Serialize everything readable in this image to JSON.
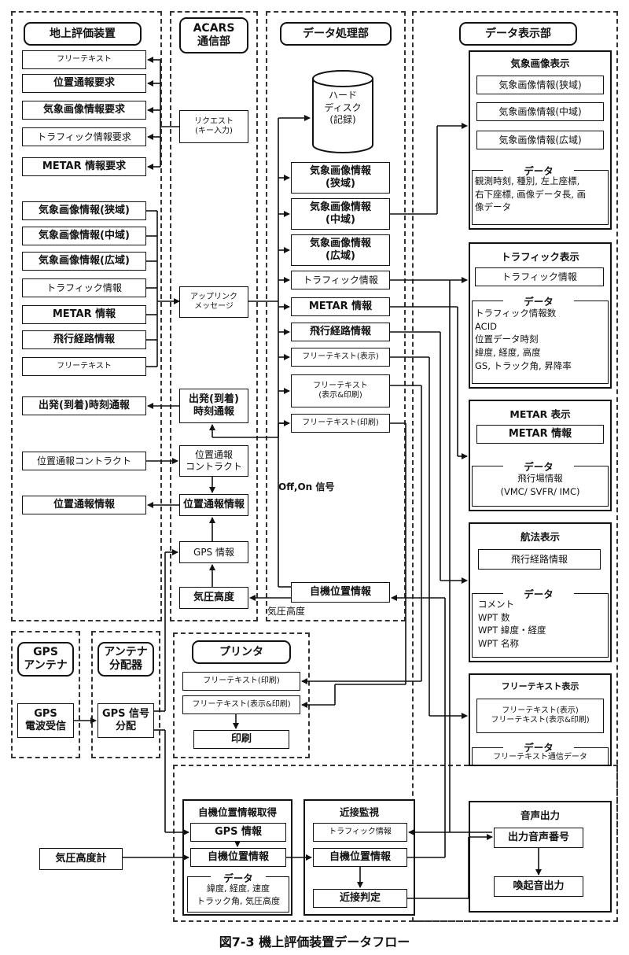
{
  "caption": "図7-3 機上評価装置データフロー",
  "sections": {
    "ground": "地上評価装置",
    "acars": "ACARS\n通信部",
    "processing": "データ処理部",
    "display": "データ表示部",
    "gps_antenna": "GPS\nアンテナ",
    "antenna_splitter": "アンテナ\n分配器",
    "printer": "プリンタ"
  },
  "ground_items": {
    "free_text_1": "フリーテキスト",
    "position_request": "位置通報要求",
    "weather_request": "気象画像情報要求",
    "traffic_request": "トラフィック情報要求",
    "metar_request": "METAR 情報要求",
    "weather_narrow": "気象画像情報(狭域)",
    "weather_mid": "気象画像情報(中域)",
    "weather_wide": "気象画像情報(広域)",
    "traffic": "トラフィック情報",
    "metar": "METAR 情報",
    "route": "飛行経路情報",
    "free_text_2": "フリーテキスト",
    "departure_report": "出発(到着)時刻通報",
    "position_contract": "位置通報コントラクト",
    "position_info": "位置通報情報"
  },
  "acars_items": {
    "request": "リクエスト\n(キー入力)",
    "uplink": "アップリンク\nメッセージ",
    "departure_report": "出発(到着)\n時刻通報",
    "position_contract": "位置通報\nコントラクト",
    "position_info": "位置通報情報",
    "gps_info": "GPS 情報",
    "baro_altitude": "気圧高度"
  },
  "processing_items": {
    "hard_disk": "ハード\nディスク\n(記録)",
    "weather_narrow": "気象画像情報\n(狭域)",
    "weather_mid": "気象画像情報\n(中域)",
    "weather_wide": "気象画像情報\n(広域)",
    "traffic": "トラフィック情報",
    "metar": "METAR 情報",
    "route": "飛行経路情報",
    "free_text_display": "フリーテキスト(表示)",
    "free_text_display_print": "フリーテキスト\n(表示&印刷)",
    "free_text_print": "フリーテキスト(印刷)",
    "own_position": "自機位置情報"
  },
  "notes": {
    "off_on_signal": "Off,On 信号",
    "baro_altitude": "気圧高度"
  },
  "display_panels": {
    "weather": {
      "title": "気象画像表示",
      "items": [
        "気象画像情報(狭域)",
        "気象画像情報(中域)",
        "気象画像情報(広域)"
      ],
      "data_title": "データ",
      "data": "観測時刻, 種別, 左上座標,\n右下座標, 画像データ長, 画\n像データ"
    },
    "traffic": {
      "title": "トラフィック表示",
      "item": "トラフィック情報",
      "data_title": "データ",
      "data": "トラフィック情報数\nACID\n位置データ時刻\n緯度, 経度, 高度\nGS, トラック角, 昇降率"
    },
    "metar": {
      "title": "METAR 表示",
      "item": "METAR 情報",
      "data_title": "データ",
      "data": "飛行場情報\n(VMC/ SVFR/ IMC)"
    },
    "navigation": {
      "title": "航法表示",
      "item": "飛行経路情報",
      "data_title": "データ",
      "data": "コメント\nWPT 数\nWPT 緯度・経度\nWPT 名称"
    },
    "free_text": {
      "title": "フリーテキスト表示",
      "item": "フリーテキスト(表示)\nフリーテキスト(表示&印刷)",
      "data_title": "データ",
      "data": "フリーテキスト通信データ"
    },
    "audio": {
      "title": "音声出力",
      "item_1": "出力音声番号",
      "item_2": "喚起音出力"
    }
  },
  "antenna_items": {
    "gps_reception": "GPS\n電波受信",
    "gps_split": "GPS 信号\n分配"
  },
  "printer_items": {
    "free_text_print": "フリーテキスト(印刷)",
    "free_text_display_print": "フリーテキスト(表示&印刷)",
    "print": "印刷"
  },
  "own_position_acq": {
    "title": "自機位置情報取得",
    "gps_info": "GPS 情報",
    "own_position": "自機位置情報",
    "data_title": "データ",
    "data": "緯度, 経度, 速度\nトラック角, 気圧高度"
  },
  "proximity": {
    "title": "近接監視",
    "traffic": "トラフィック情報",
    "own_position": "自機位置情報",
    "judgement": "近接判定"
  },
  "baro_altimeter": "気圧高度計"
}
